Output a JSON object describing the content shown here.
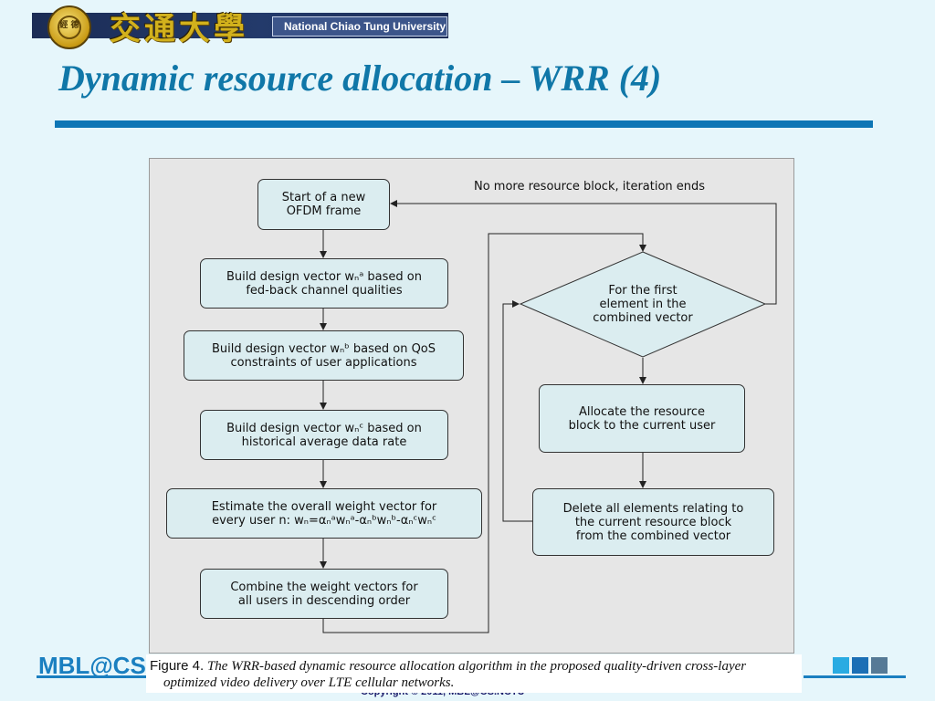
{
  "header": {
    "seal_text": "經 德",
    "chinese_name": "交通大學",
    "university_name": "National Chiao Tung University"
  },
  "slide": {
    "title": "Dynamic resource allocation – WRR (4)"
  },
  "flowchart": {
    "left_column": [
      {
        "line1": "Start of a new",
        "line2": "OFDM frame"
      },
      {
        "line1": "Build design vector wₙᵃ based on",
        "line2": "fed-back channel qualities"
      },
      {
        "line1": "Build design vector wₙᵇ based on QoS",
        "line2": "constraints of user applications"
      },
      {
        "line1": "Build design vector wₙᶜ based on",
        "line2": "historical average data rate"
      },
      {
        "line1": "Estimate the overall weight vector for",
        "line2": "every user n: wₙ=αₙᵃwₙᵃ-αₙᵇwₙᵇ-αₙᶜwₙᶜ"
      },
      {
        "line1": "Combine the weight vectors for",
        "line2": "all users in descending order"
      }
    ],
    "decision": {
      "line1": "For the first",
      "line2": "element in the",
      "line3": "combined vector"
    },
    "right_column": [
      {
        "line1": "Allocate the resource",
        "line2": "block to the current user"
      },
      {
        "line1": "Delete all elements relating to",
        "line2": "the current resource block",
        "line3": "from the combined vector"
      }
    ],
    "loop_label": "No more resource block, iteration ends"
  },
  "caption": {
    "label": "Figure 4.",
    "text_line1": " The WRR-based dynamic resource allocation algorithm in the proposed quality-driven cross-layer",
    "text_line2": "optimized video delivery over LTE cellular networks."
  },
  "footer": {
    "logo_text": "MBL@CS",
    "copyright": "Copyright © 2011, MBL@CS.NCTU",
    "square_colors": [
      "#29abe2",
      "#1b6fb5",
      "#567a96"
    ]
  }
}
